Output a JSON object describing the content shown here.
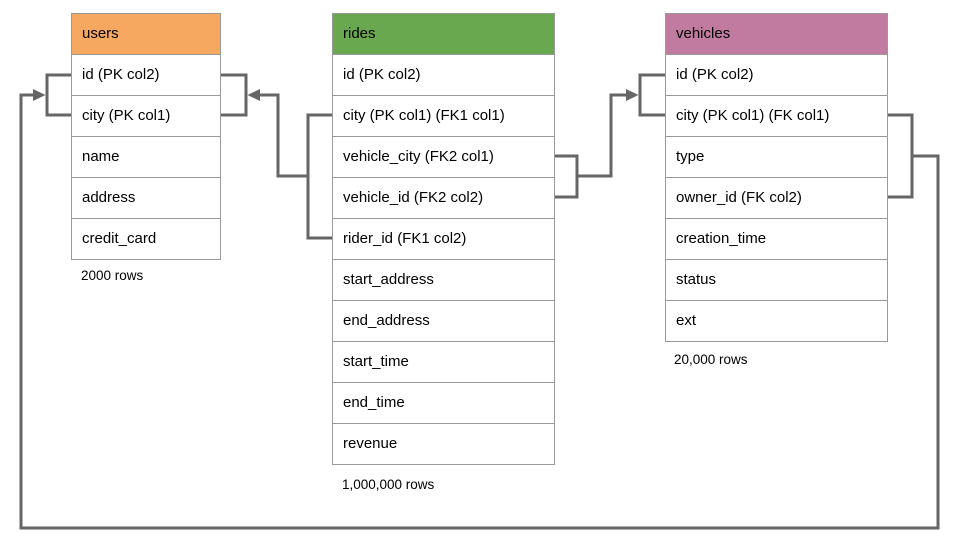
{
  "diagram": {
    "line_color": "#666666",
    "border_color": "#999999",
    "tables": [
      {
        "name": "users",
        "header_color": "#f6a860",
        "columns": [
          "id (PK col2)",
          "city (PK col1)",
          "name",
          "address",
          "credit_card"
        ],
        "row_count": "2000 rows"
      },
      {
        "name": "rides",
        "header_color": "#6aa84f",
        "columns": [
          "id (PK col2)",
          "city (PK col1) (FK1 col1)",
          "vehicle_city (FK2 col1)",
          "vehicle_id (FK2 col2)",
          "rider_id (FK1 col2)",
          "start_address",
          "end_address",
          "start_time",
          "end_time",
          "revenue"
        ],
        "row_count": "1,000,000 rows"
      },
      {
        "name": "vehicles",
        "header_color": "#c27ba0",
        "columns": [
          "id (PK col2)",
          "city (PK col1) (FK col1)",
          "type",
          "owner_id (FK col2)",
          "creation_time",
          "status",
          "ext"
        ],
        "row_count": "20,000 rows"
      }
    ],
    "relationships": [
      {
        "from": "rides (FK1: city, rider_id)",
        "to": "users (city, id)"
      },
      {
        "from": "rides (FK2: vehicle_city, vehicle_id)",
        "to": "vehicles (city, id)"
      },
      {
        "from": "vehicles (FK: city, owner_id)",
        "to": "users (city, id)"
      }
    ]
  }
}
